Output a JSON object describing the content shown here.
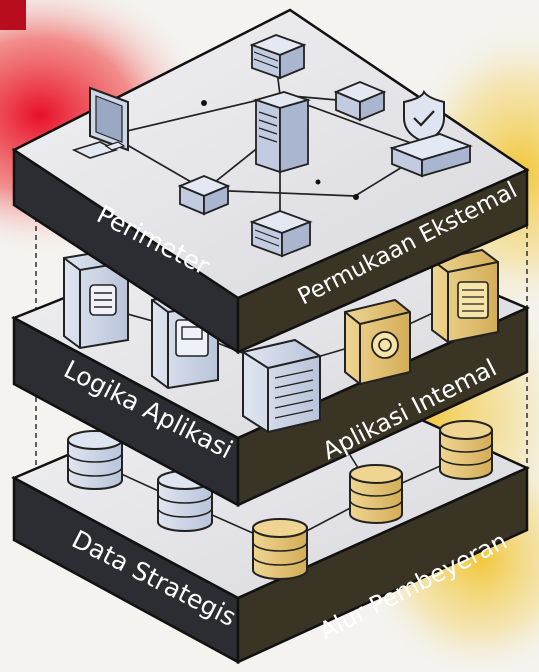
{
  "diagram": {
    "layers": [
      {
        "id": "perimeter",
        "left_label": "Perimeter",
        "right_label": "Permukaan Ekstemal"
      },
      {
        "id": "application",
        "left_label": "Logika Aplikasi",
        "right_label": "Aplikasi Intemal"
      },
      {
        "id": "data",
        "left_label": "Data Strategis",
        "right_label": "Alur Pembeyeran"
      }
    ],
    "colors": {
      "slab_top": "#e7e7ea",
      "slab_front_left": "#2b2d33",
      "slab_front_right": "#3a3425",
      "edge": "#111111",
      "glow_red": "#e8102a",
      "glow_yellow": "#f2c531",
      "device_blue": "#c9d2e4",
      "device_gold": "#e6c879"
    },
    "icons": [
      "monitor-icon",
      "server-icon",
      "router-icon",
      "shield-check-icon",
      "database-icon",
      "lock-icon"
    ]
  }
}
